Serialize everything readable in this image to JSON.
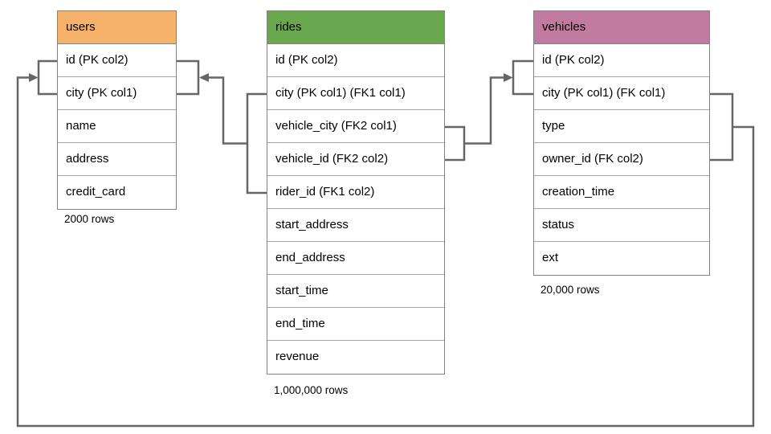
{
  "diagram": {
    "background": "#ffffff",
    "connector_color": "#666666",
    "table_border_color": "#828282",
    "row_divider_color": "#a3a3a3",
    "text_color": "#000000"
  },
  "tables": [
    {
      "name": "users",
      "header_color": "#F6B26B",
      "columns": [
        "id (PK col2)",
        "city (PK col1)",
        "name",
        "address",
        "credit_card"
      ],
      "row_count_label": "2000 rows"
    },
    {
      "name": "rides",
      "header_color": "#6AA84F",
      "columns": [
        "id (PK col2)",
        "city (PK col1) (FK1 col1)",
        "vehicle_city (FK2 col1)",
        "vehicle_id (FK2 col2)",
        "rider_id (FK1 col2)",
        "start_address",
        "end_address",
        "start_time",
        "end_time",
        "revenue"
      ],
      "row_count_label": "1,000,000 rows"
    },
    {
      "name": "vehicles",
      "header_color": "#C27BA0",
      "columns": [
        "id (PK col2)",
        "city (PK col1) (FK col1)",
        "type",
        "owner_id (FK col2)",
        "creation_time",
        "status",
        "ext"
      ],
      "row_count_label": "20,000 rows"
    }
  ],
  "relationships": [
    {
      "name": "FK1",
      "from_table": "rides",
      "from_columns": [
        "city (FK1 col1)",
        "rider_id (FK1 col2)"
      ],
      "to_table": "users",
      "to_columns": [
        "id (PK col2)",
        "city (PK col1)"
      ]
    },
    {
      "name": "FK2",
      "from_table": "rides",
      "from_columns": [
        "vehicle_city (FK2 col1)",
        "vehicle_id (FK2 col2)"
      ],
      "to_table": "vehicles",
      "to_columns": [
        "id (PK col2)",
        "city (PK col1)"
      ]
    },
    {
      "name": "FK",
      "from_table": "vehicles",
      "from_columns": [
        "city (FK col1)",
        "owner_id (FK col2)"
      ],
      "to_table": "users",
      "to_columns": [
        "id (PK col2)",
        "city (PK col1)"
      ]
    }
  ]
}
